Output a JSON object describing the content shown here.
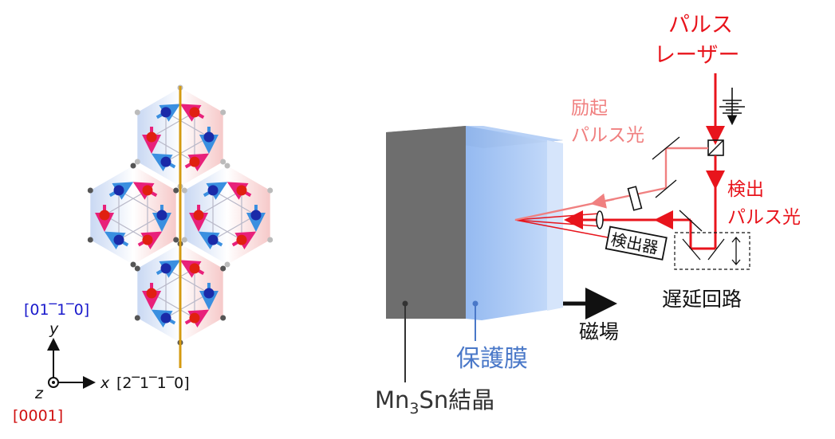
{
  "colors": {
    "laser_red": "#e8141c",
    "excite_pink": "#f08080",
    "film_blue": "#4a78c8",
    "crystal_gray": "#6e6e6e",
    "axis_blue": "#1a1acc",
    "axis_red": "#d01010",
    "spin_blue": "#3a8fe0",
    "spin_magenta": "#e8207a",
    "atom_red": "#e02010",
    "atom_blue": "#1a2aa8",
    "mirror_line_orange": "#d49a10"
  },
  "crystal": {
    "axis_y_label": "y",
    "axis_y_index": "[01‾1‾0]",
    "axis_x_label": "x",
    "axis_x_index": "[2‾1‾1‾0]",
    "axis_z_label": "z",
    "axis_z_index": "[0001]"
  },
  "setup": {
    "laser_label_line1": "パルス",
    "laser_label_line2": "レーザー",
    "excite_label_line1": "励起",
    "excite_label_line2": "パルス光",
    "probe_label_line1": "検出",
    "probe_label_line2": "パルス光",
    "detector_label": "検出器",
    "delay_label": "遅延回路",
    "field_label": "磁場",
    "film_label": "保護膜",
    "sample_label_prefix": "Mn",
    "sample_label_sub": "3",
    "sample_label_suffix": "Sn結晶"
  }
}
